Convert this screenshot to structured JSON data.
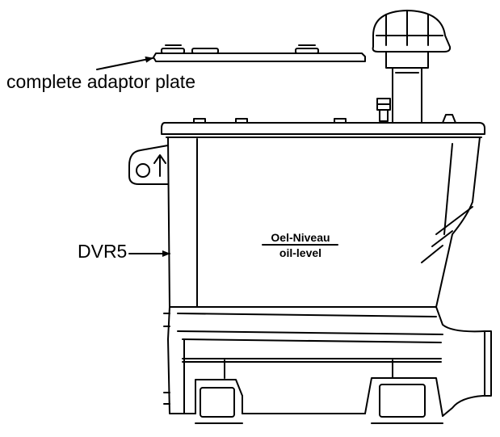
{
  "labels": {
    "adaptor_plate": "complete adaptor plate",
    "unit": "DVR5",
    "oil_level_de": "Oel-Niveau",
    "oil_level_en": "oil-level"
  },
  "colors": {
    "line": "#000000",
    "background": "#ffffff"
  }
}
